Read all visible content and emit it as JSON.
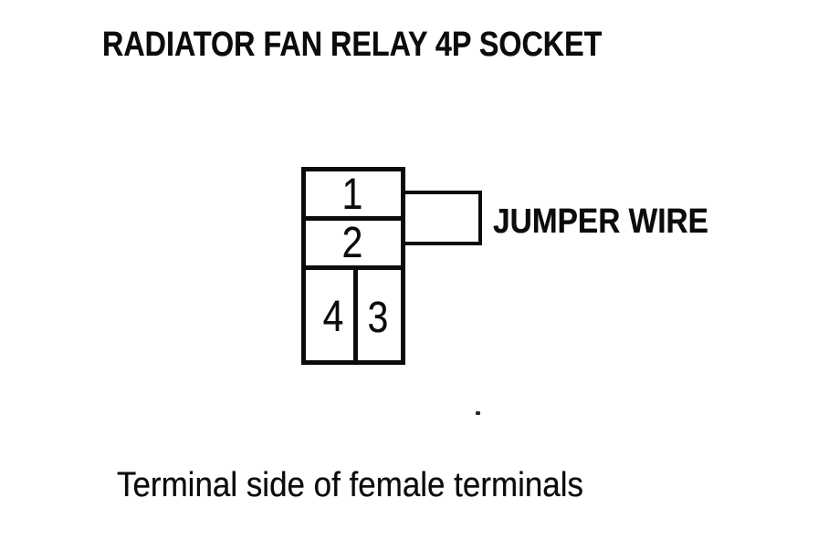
{
  "colors": {
    "ink": "#0c0c0c",
    "paper": "#ffffff"
  },
  "title": "RADIATOR FAN RELAY 4P SOCKET",
  "socket": {
    "terminals": [
      {
        "label": "1",
        "position": "top row, full width"
      },
      {
        "label": "2",
        "position": "middle row, full width"
      },
      {
        "label": "4",
        "position": "bottom row, left"
      },
      {
        "label": "3",
        "position": "bottom row, right"
      }
    ]
  },
  "jumper": {
    "label": "JUMPER WIRE",
    "connects_terminals": [
      "1",
      "2"
    ]
  },
  "caption": "Terminal side of female terminals"
}
